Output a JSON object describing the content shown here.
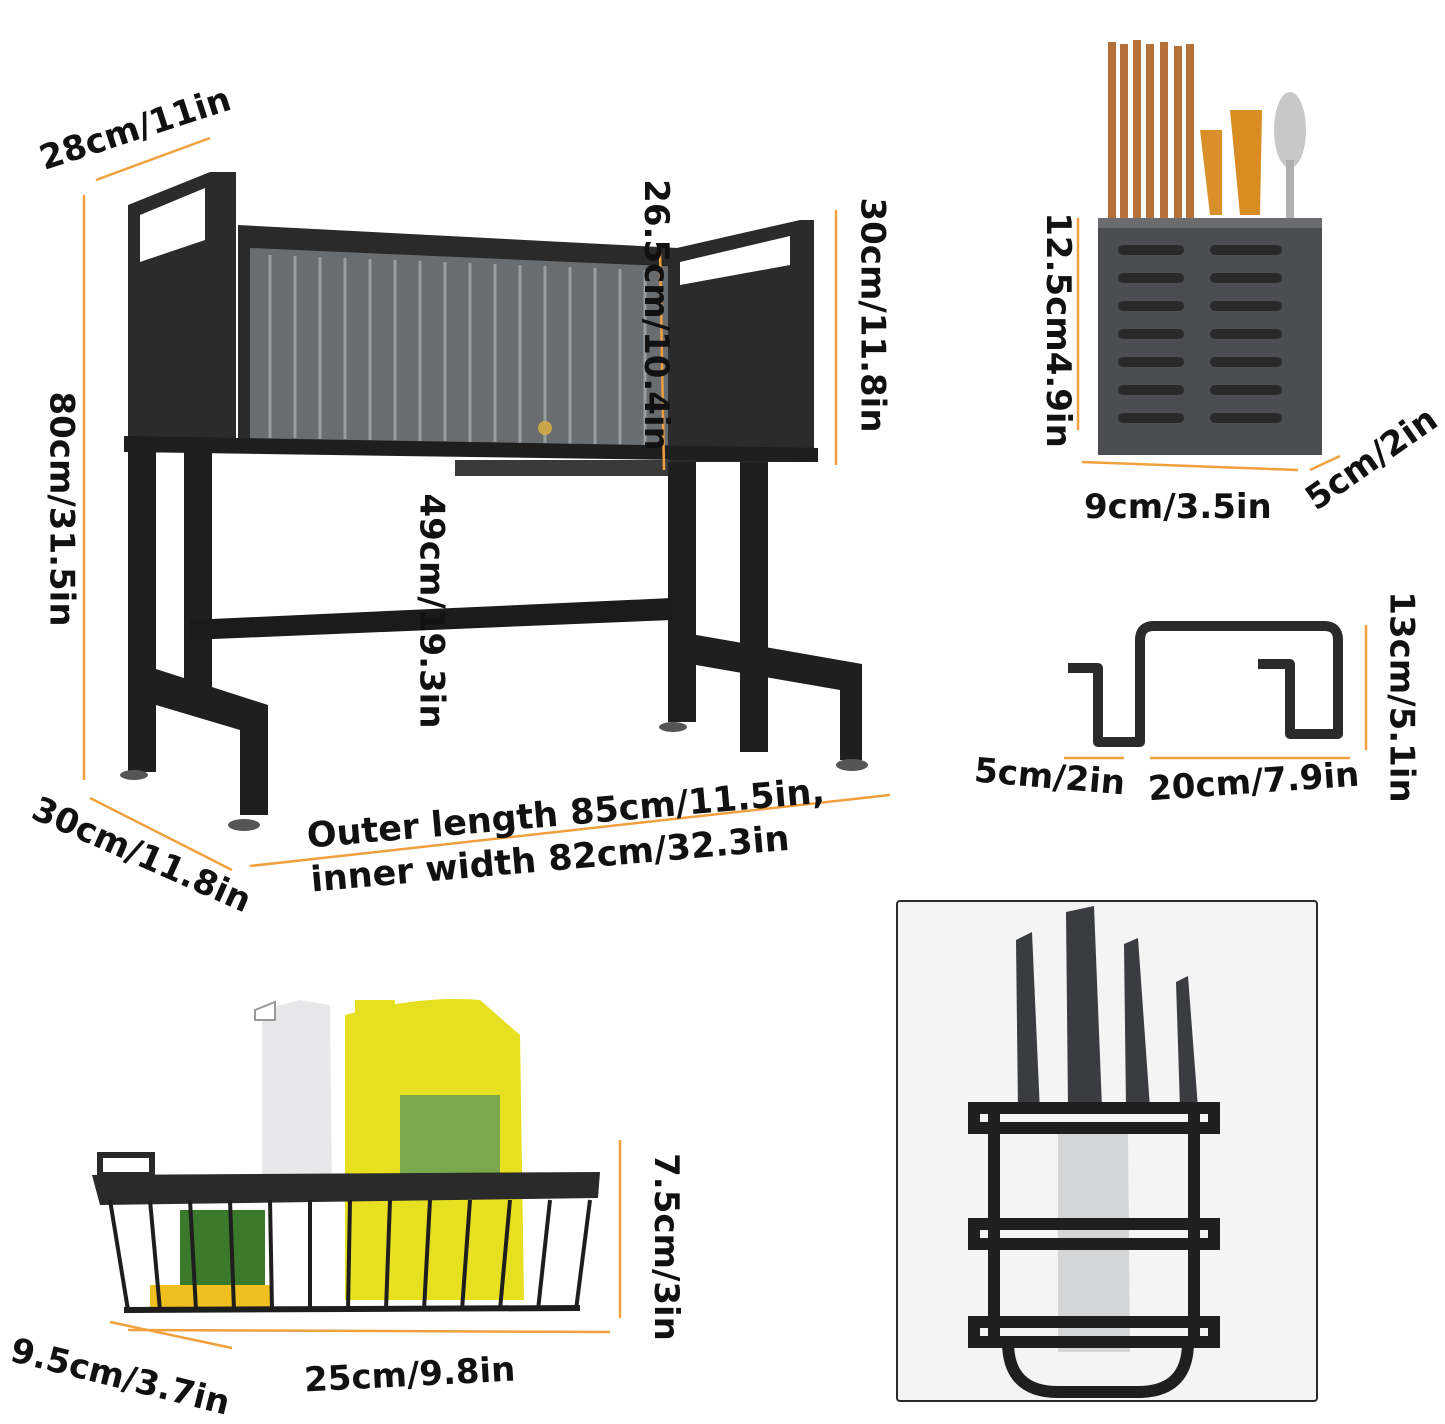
{
  "colors": {
    "accent": "#f0a03c",
    "frame": "#1f1f1f",
    "panel": "#5a5d60",
    "text": "#111111"
  },
  "shelf": {
    "top_depth": "28cm/11in",
    "total_height": "80cm/31.5in",
    "cabinet_height": "26.5cm/10.4in",
    "side_height": "30cm/11.8in",
    "clearance": "49cm/19.3in",
    "base_depth": "30cm/11.8in",
    "length_line1": "Outer length 85cm/11.5in,",
    "length_line2": "inner width 82cm/32.3in"
  },
  "utensil_holder": {
    "height": "12.5cm4.9in",
    "width": "9cm/3.5in",
    "depth": "5cm/2in"
  },
  "hook": {
    "height": "13cm/5.1in",
    "depth": "5cm/2in",
    "width": "20cm/7.9in"
  },
  "basket": {
    "height": "7.5cm/3in",
    "width": "25cm/9.8in",
    "depth": "9.5cm/3.7in"
  },
  "icons": [
    "dish-rack-illustration",
    "utensil-holder-illustration",
    "hook-illustration",
    "basket-illustration",
    "knife-holder-illustration"
  ]
}
